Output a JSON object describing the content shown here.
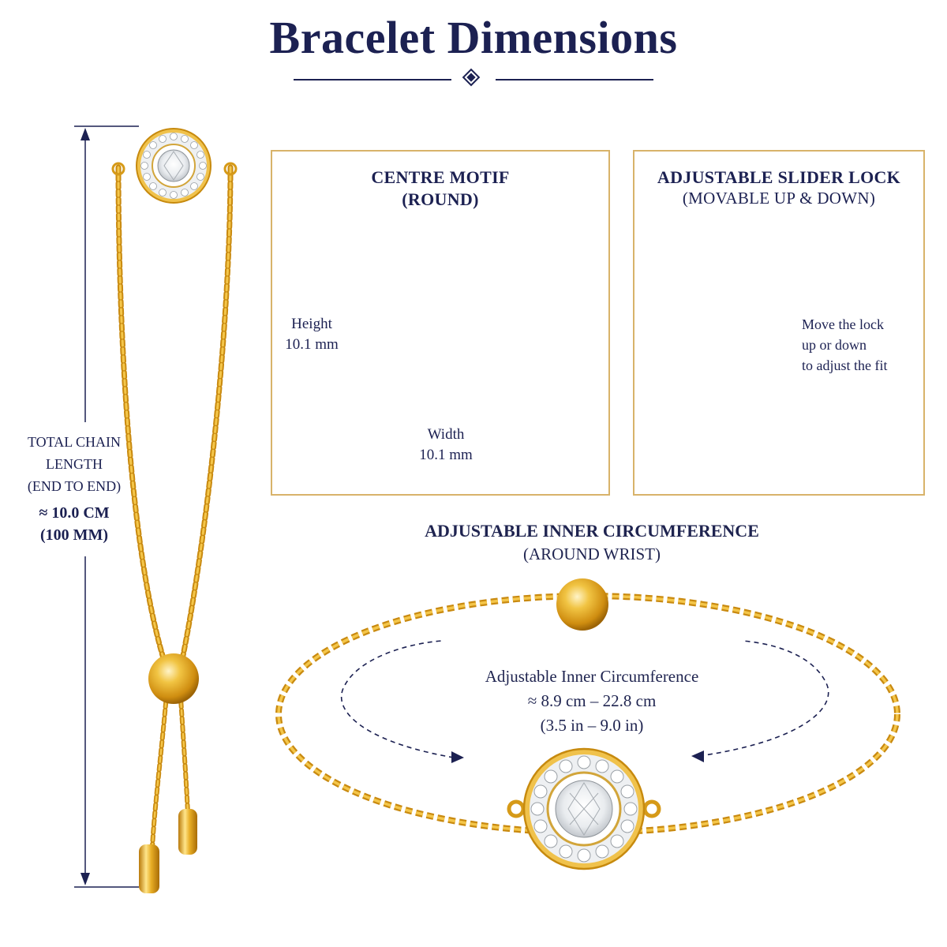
{
  "title": "Bracelet Dimensions",
  "chain": {
    "label_lines": [
      "TOTAL CHAIN",
      "LENGTH",
      "(END TO END)"
    ],
    "value_lines": [
      "≈ 10.0 CM",
      "(100 MM)"
    ]
  },
  "motif_panel": {
    "title_line1": "CENTRE MOTIF",
    "title_line2": "(ROUND)",
    "height_label": "Height",
    "height_value": "10.1 mm",
    "width_label": "Width",
    "width_value": "10.1 mm"
  },
  "slider_panel": {
    "title_line1": "ADJUSTABLE SLIDER LOCK",
    "title_line2": "(MOVABLE UP & DOWN)",
    "note_lines": [
      "Move the lock",
      "up or down",
      "to adjust the fit"
    ]
  },
  "circumference": {
    "title": "ADJUSTABLE INNER CIRCUMFERENCE",
    "subtitle": "(AROUND WRIST)",
    "label": "Adjustable Inner Circumference",
    "range_cm": "≈ 8.9 cm – 22.8 cm",
    "range_in": "(3.5 in – 9.0 in)"
  },
  "colors": {
    "navy": "#1c2152",
    "gold": "#e2a91f",
    "gold_dark": "#b9790a",
    "frame": "#d8b36a"
  }
}
